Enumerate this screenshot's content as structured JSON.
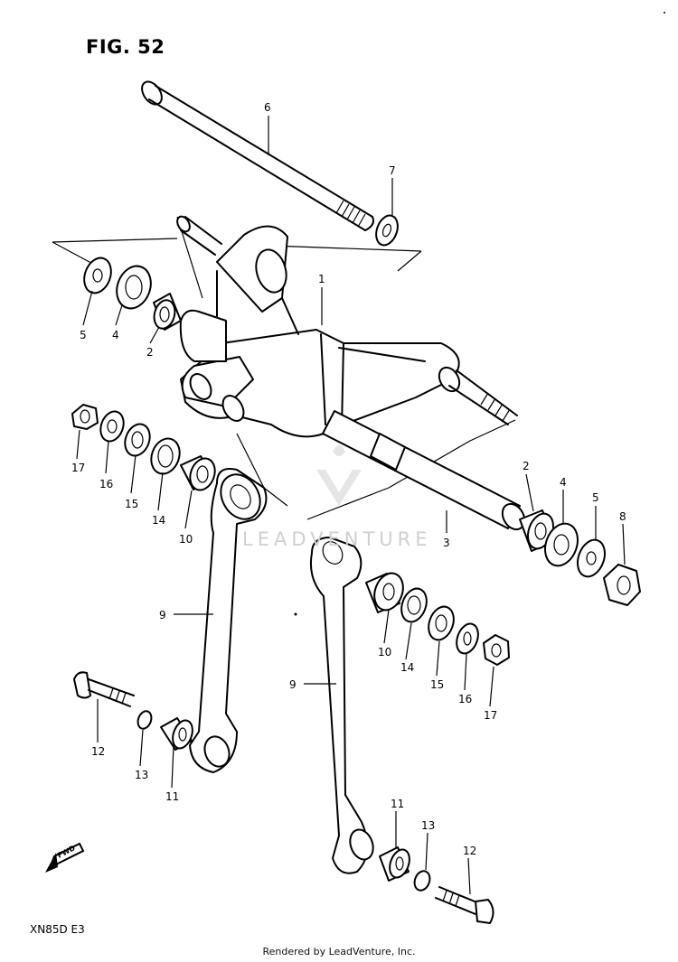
{
  "figure": {
    "title": "FIG. 52",
    "model_code": "XN85D  E3"
  },
  "footer_text": "Rendered by LeadVenture, Inc.",
  "watermark_text": "LEADVENTURE",
  "fwd_label": "FWD",
  "callouts": [
    {
      "label": "6"
    },
    {
      "label": "7"
    },
    {
      "label": "1"
    },
    {
      "label": "5"
    },
    {
      "label": "4"
    },
    {
      "label": "2"
    },
    {
      "label": "17"
    },
    {
      "label": "16"
    },
    {
      "label": "15"
    },
    {
      "label": "14"
    },
    {
      "label": "10"
    },
    {
      "label": "2"
    },
    {
      "label": "4"
    },
    {
      "label": "5"
    },
    {
      "label": "8"
    },
    {
      "label": "3"
    },
    {
      "label": "9"
    },
    {
      "label": "10"
    },
    {
      "label": "14"
    },
    {
      "label": "15"
    },
    {
      "label": "16"
    },
    {
      "label": "17"
    },
    {
      "label": "9"
    },
    {
      "label": "12"
    },
    {
      "label": "13"
    },
    {
      "label": "11"
    },
    {
      "label": "11"
    },
    {
      "label": "13"
    },
    {
      "label": "12"
    }
  ],
  "icons": [
    "fwd-arrow-icon",
    "leadventure-logo-icon"
  ]
}
